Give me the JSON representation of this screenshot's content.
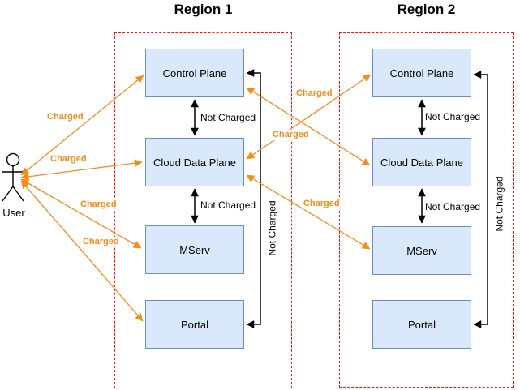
{
  "diagram": {
    "regions": [
      {
        "title": "Region 1",
        "boxes": [
          "Control Plane",
          "Cloud Data Plane",
          "MServ",
          "Portal"
        ]
      },
      {
        "title": "Region 2",
        "boxes": [
          "Control Plane",
          "Cloud Data Plane",
          "MServ",
          "Portal"
        ]
      }
    ],
    "actor": {
      "label": "User"
    },
    "labels": {
      "charged": "Charged",
      "not_charged": "Not Charged"
    },
    "colors": {
      "orange": "#F28C1B",
      "red": "#FF0D0D",
      "box_fill": "#DAE8FC",
      "box_stroke": "#6C8EBF",
      "black": "#000000"
    },
    "edges": [
      {
        "from": "User",
        "to": "Region 1 Control Plane",
        "label": "Charged",
        "bidirectional": true
      },
      {
        "from": "User",
        "to": "Region 1 Cloud Data Plane",
        "label": "Charged",
        "bidirectional": true
      },
      {
        "from": "User",
        "to": "Region 1 MServ",
        "label": "Charged",
        "bidirectional": true
      },
      {
        "from": "User",
        "to": "Region 1 Portal",
        "label": "Charged",
        "bidirectional": true
      },
      {
        "from": "Region 1 Control Plane",
        "to": "Region 1 Cloud Data Plane",
        "label": "Not Charged",
        "bidirectional": true
      },
      {
        "from": "Region 1 Cloud Data Plane",
        "to": "Region 1 MServ",
        "label": "Not Charged",
        "bidirectional": true
      },
      {
        "from": "Region 1 Portal",
        "to": "Region 1 Control Plane",
        "label": "Not Charged",
        "bidirectional": true
      },
      {
        "from": "Region 1 Cloud Data Plane",
        "to": "Region 2 Control Plane",
        "label": "Charged",
        "bidirectional": true
      },
      {
        "from": "Region 1 Control Plane",
        "to": "Region 2 Cloud Data Plane",
        "label": "Charged",
        "bidirectional": true
      },
      {
        "from": "Region 1 Cloud Data Plane",
        "to": "Region 2 MServ",
        "label": "Charged",
        "bidirectional": true
      },
      {
        "from": "Region 2 Control Plane",
        "to": "Region 2 Cloud Data Plane",
        "label": "Not Charged",
        "bidirectional": true
      },
      {
        "from": "Region 2 Cloud Data Plane",
        "to": "Region 2 MServ",
        "label": "Not Charged",
        "bidirectional": true
      },
      {
        "from": "Region 2 Portal",
        "to": "Region 2 Control Plane",
        "label": "Not Charged",
        "bidirectional": true
      }
    ]
  }
}
